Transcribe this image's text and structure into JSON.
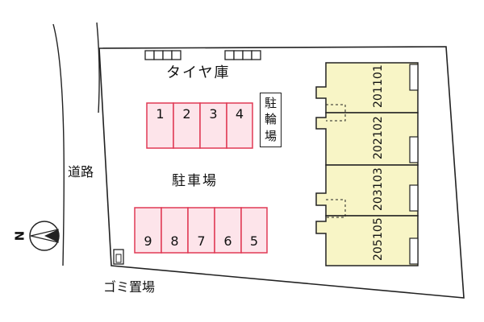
{
  "labels": {
    "road": "道路",
    "tire_storage": "タイヤ庫",
    "parking": "駐車場",
    "bicycle_parking": [
      "駐",
      "輪",
      "場"
    ],
    "garbage": "ゴミ置場",
    "north": "N"
  },
  "parking_top_row": [
    "1",
    "2",
    "3",
    "4"
  ],
  "parking_bottom_row": [
    "9",
    "8",
    "7",
    "6",
    "5"
  ],
  "units": [
    {
      "top": "201",
      "bottom": "101"
    },
    {
      "top": "202",
      "bottom": "102"
    },
    {
      "top": "203",
      "bottom": "103"
    },
    {
      "top": "205",
      "bottom": "105"
    }
  ],
  "colors": {
    "building_fill": "#f8f5c6",
    "stall_border": "#e03a55",
    "stall_fill": "#fde4ea",
    "line": "#222222"
  }
}
